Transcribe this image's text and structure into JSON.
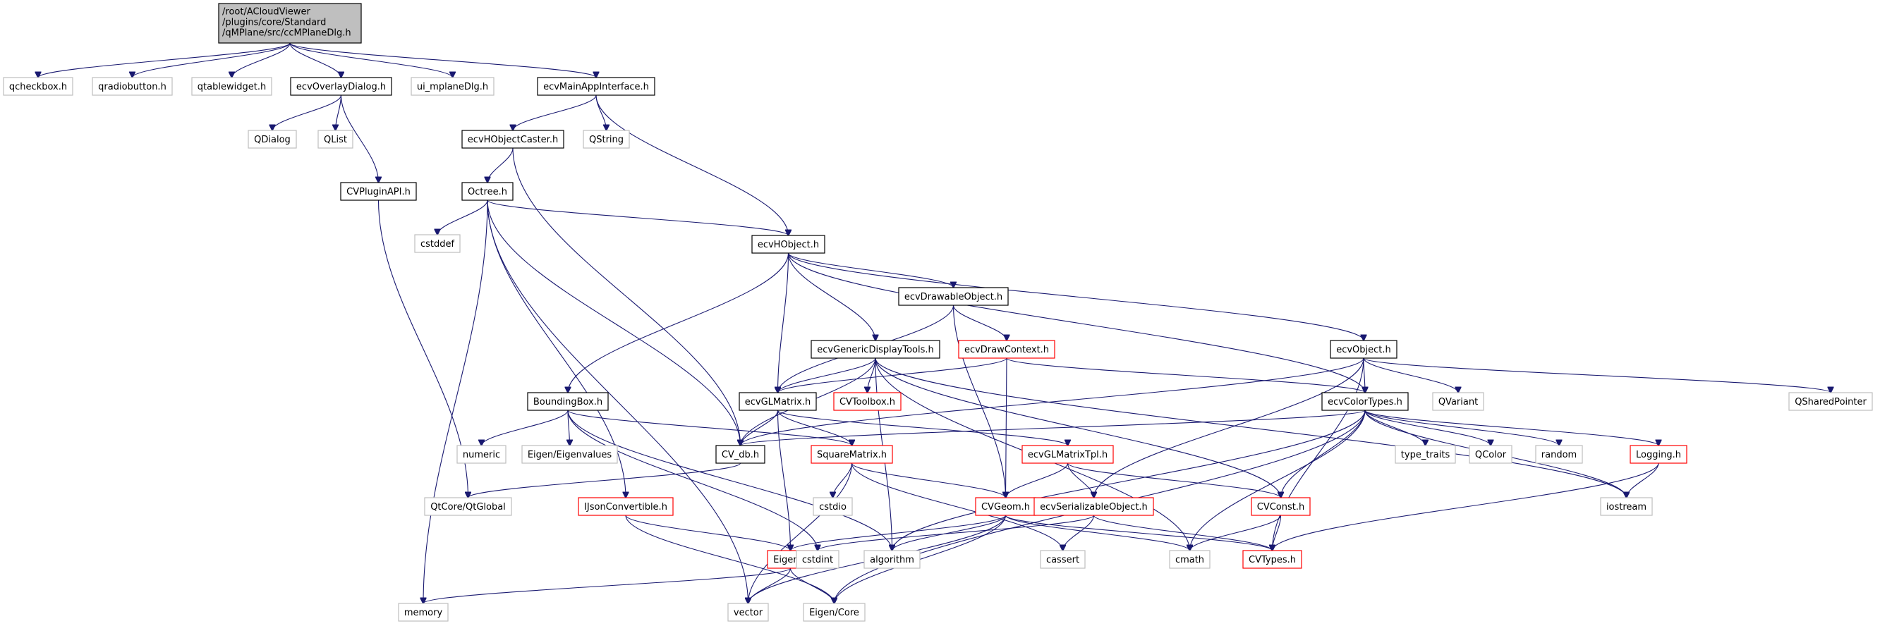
{
  "diagram": {
    "type": "include-dependency-graph",
    "root": {
      "id": "root",
      "lines": [
        "/root/ACloudViewer",
        "/plugins/core/Standard",
        "/qMPlane/src/ccMPlaneDlg.h"
      ]
    },
    "nodes": [
      {
        "id": "qcheckbox",
        "label": "qcheckbox.h",
        "kind": "external"
      },
      {
        "id": "qradiobutton",
        "label": "qradiobutton.h",
        "kind": "external"
      },
      {
        "id": "qtablewidget",
        "label": "qtablewidget.h",
        "kind": "external"
      },
      {
        "id": "ecvOverlayDialog",
        "label": "ecvOverlayDialog.h",
        "kind": "documented"
      },
      {
        "id": "ui_mplaneDlg",
        "label": "ui_mplaneDlg.h",
        "kind": "external"
      },
      {
        "id": "ecvMainAppInterface",
        "label": "ecvMainAppInterface.h",
        "kind": "documented"
      },
      {
        "id": "QDialog",
        "label": "QDialog",
        "kind": "external"
      },
      {
        "id": "QList",
        "label": "QList",
        "kind": "external"
      },
      {
        "id": "ecvHObjectCaster",
        "label": "ecvHObjectCaster.h",
        "kind": "documented"
      },
      {
        "id": "QString",
        "label": "QString",
        "kind": "external"
      },
      {
        "id": "CVPluginAPI",
        "label": "CVPluginAPI.h",
        "kind": "documented"
      },
      {
        "id": "Octree",
        "label": "Octree.h",
        "kind": "documented"
      },
      {
        "id": "cstddef",
        "label": "cstddef",
        "kind": "external"
      },
      {
        "id": "ecvHObject",
        "label": "ecvHObject.h",
        "kind": "documented"
      },
      {
        "id": "ecvDrawableObject",
        "label": "ecvDrawableObject.h",
        "kind": "documented"
      },
      {
        "id": "ecvGenericDisplayTools",
        "label": "ecvGenericDisplayTools.h",
        "kind": "documented"
      },
      {
        "id": "ecvDrawContext",
        "label": "ecvDrawContext.h",
        "kind": "truncated"
      },
      {
        "id": "ecvObject",
        "label": "ecvObject.h",
        "kind": "documented"
      },
      {
        "id": "BoundingBox",
        "label": "BoundingBox.h",
        "kind": "documented"
      },
      {
        "id": "ecvGLMatrix",
        "label": "ecvGLMatrix.h",
        "kind": "documented"
      },
      {
        "id": "CVToolbox",
        "label": "CVToolbox.h",
        "kind": "truncated"
      },
      {
        "id": "ecvColorTypes",
        "label": "ecvColorTypes.h",
        "kind": "documented"
      },
      {
        "id": "QVariant",
        "label": "QVariant",
        "kind": "external"
      },
      {
        "id": "QSharedPointer",
        "label": "QSharedPointer",
        "kind": "external"
      },
      {
        "id": "numeric",
        "label": "numeric",
        "kind": "external"
      },
      {
        "id": "EigenEigenvalues",
        "label": "Eigen/Eigenvalues",
        "kind": "external"
      },
      {
        "id": "CV_db",
        "label": "CV_db.h",
        "kind": "documented"
      },
      {
        "id": "SquareMatrix",
        "label": "SquareMatrix.h",
        "kind": "truncated"
      },
      {
        "id": "ecvGLMatrixTpl",
        "label": "ecvGLMatrixTpl.h",
        "kind": "truncated"
      },
      {
        "id": "type_traits",
        "label": "type_traits",
        "kind": "external"
      },
      {
        "id": "QColor",
        "label": "QColor",
        "kind": "external"
      },
      {
        "id": "random",
        "label": "random",
        "kind": "external"
      },
      {
        "id": "Logging",
        "label": "Logging.h",
        "kind": "truncated"
      },
      {
        "id": "QtGlobal",
        "label": "QtCore/QtGlobal",
        "kind": "external"
      },
      {
        "id": "IJsonConvertible",
        "label": "IJsonConvertible.h",
        "kind": "truncated"
      },
      {
        "id": "cstdio",
        "label": "cstdio",
        "kind": "external"
      },
      {
        "id": "CVGeom",
        "label": "CVGeom.h",
        "kind": "truncated"
      },
      {
        "id": "ecvSerializableObject",
        "label": "ecvSerializableObject.h",
        "kind": "truncated"
      },
      {
        "id": "CVConst",
        "label": "CVConst.h",
        "kind": "truncated"
      },
      {
        "id": "iostream",
        "label": "iostream",
        "kind": "external"
      },
      {
        "id": "Eigen",
        "label": "Eigen.h",
        "kind": "truncated"
      },
      {
        "id": "cstdint",
        "label": "cstdint",
        "kind": "external"
      },
      {
        "id": "algorithm",
        "label": "algorithm",
        "kind": "external"
      },
      {
        "id": "cassert",
        "label": "cassert",
        "kind": "external"
      },
      {
        "id": "cmath",
        "label": "cmath",
        "kind": "external"
      },
      {
        "id": "CVTypes",
        "label": "CVTypes.h",
        "kind": "truncated"
      },
      {
        "id": "memory",
        "label": "memory",
        "kind": "external"
      },
      {
        "id": "vector",
        "label": "vector",
        "kind": "external"
      },
      {
        "id": "EigenCore",
        "label": "Eigen/Core",
        "kind": "external"
      }
    ],
    "edges": [
      [
        "root",
        "qcheckbox"
      ],
      [
        "root",
        "qradiobutton"
      ],
      [
        "root",
        "qtablewidget"
      ],
      [
        "root",
        "ecvOverlayDialog"
      ],
      [
        "root",
        "ui_mplaneDlg"
      ],
      [
        "root",
        "ecvMainAppInterface"
      ],
      [
        "ecvOverlayDialog",
        "QDialog"
      ],
      [
        "ecvOverlayDialog",
        "QList"
      ],
      [
        "ecvOverlayDialog",
        "CVPluginAPI"
      ],
      [
        "ecvMainAppInterface",
        "ecvHObjectCaster"
      ],
      [
        "ecvMainAppInterface",
        "QString"
      ],
      [
        "ecvMainAppInterface",
        "ecvHObject"
      ],
      [
        "ecvHObjectCaster",
        "Octree"
      ],
      [
        "ecvHObjectCaster",
        "CV_db"
      ],
      [
        "CVPluginAPI",
        "QtGlobal"
      ],
      [
        "Octree",
        "cstddef"
      ],
      [
        "Octree",
        "ecvHObject"
      ],
      [
        "Octree",
        "CV_db"
      ],
      [
        "Octree",
        "memory"
      ],
      [
        "Octree",
        "vector"
      ],
      [
        "Octree",
        "IJsonConvertible"
      ],
      [
        "ecvHObject",
        "ecvDrawableObject"
      ],
      [
        "ecvHObject",
        "ecvGenericDisplayTools"
      ],
      [
        "ecvHObject",
        "ecvObject"
      ],
      [
        "ecvHObject",
        "BoundingBox"
      ],
      [
        "ecvHObject",
        "ecvGLMatrix"
      ],
      [
        "ecvHObject",
        "ecvColorTypes"
      ],
      [
        "ecvDrawableObject",
        "ecvDrawContext"
      ],
      [
        "ecvDrawableObject",
        "ecvGLMatrix"
      ],
      [
        "ecvDrawableObject",
        "CVGeom"
      ],
      [
        "ecvGenericDisplayTools",
        "ecvGLMatrix"
      ],
      [
        "ecvGenericDisplayTools",
        "CVToolbox"
      ],
      [
        "ecvGenericDisplayTools",
        "CV_db"
      ],
      [
        "ecvGenericDisplayTools",
        "CVConst"
      ],
      [
        "ecvGenericDisplayTools",
        "algorithm"
      ],
      [
        "ecvGenericDisplayTools",
        "cmath"
      ],
      [
        "ecvGenericDisplayTools",
        "iostream"
      ],
      [
        "ecvDrawContext",
        "ecvGLMatrix"
      ],
      [
        "ecvDrawContext",
        "ecvColorTypes"
      ],
      [
        "ecvDrawContext",
        "CVGeom"
      ],
      [
        "ecvObject",
        "ecvColorTypes"
      ],
      [
        "ecvObject",
        "QVariant"
      ],
      [
        "ecvObject",
        "QSharedPointer"
      ],
      [
        "ecvObject",
        "CV_db"
      ],
      [
        "ecvObject",
        "ecvSerializableObject"
      ],
      [
        "ecvObject",
        "CVTypes"
      ],
      [
        "BoundingBox",
        "numeric"
      ],
      [
        "BoundingBox",
        "EigenEigenvalues"
      ],
      [
        "BoundingBox",
        "SquareMatrix"
      ],
      [
        "BoundingBox",
        "cstdint"
      ],
      [
        "BoundingBox",
        "algorithm"
      ],
      [
        "ecvGLMatrix",
        "CV_db"
      ],
      [
        "ecvGLMatrix",
        "SquareMatrix"
      ],
      [
        "ecvGLMatrix",
        "ecvGLMatrixTpl"
      ],
      [
        "ecvGLMatrix",
        "Eigen"
      ],
      [
        "ecvColorTypes",
        "CV_db"
      ],
      [
        "ecvColorTypes",
        "type_traits"
      ],
      [
        "ecvColorTypes",
        "QColor"
      ],
      [
        "ecvColorTypes",
        "random"
      ],
      [
        "ecvColorTypes",
        "Logging"
      ],
      [
        "ecvColorTypes",
        "iostream"
      ],
      [
        "ecvColorTypes",
        "CVConst"
      ],
      [
        "ecvColorTypes",
        "cmath"
      ],
      [
        "ecvColorTypes",
        "algorithm"
      ],
      [
        "ecvColorTypes",
        "EigenCore"
      ],
      [
        "CV_db",
        "QtGlobal"
      ],
      [
        "SquareMatrix",
        "cstdio"
      ],
      [
        "SquareMatrix",
        "CVGeom"
      ],
      [
        "SquareMatrix",
        "vector"
      ],
      [
        "SquareMatrix",
        "cassert"
      ],
      [
        "ecvGLMatrixTpl",
        "CVGeom"
      ],
      [
        "ecvGLMatrixTpl",
        "ecvSerializableObject"
      ],
      [
        "ecvGLMatrixTpl",
        "CVConst"
      ],
      [
        "Logging",
        "iostream"
      ],
      [
        "Logging",
        "CVTypes"
      ],
      [
        "IJsonConvertible",
        "Eigen"
      ],
      [
        "IJsonConvertible",
        "EigenCore"
      ],
      [
        "CVGeom",
        "Eigen"
      ],
      [
        "CVGeom",
        "algorithm"
      ],
      [
        "CVGeom",
        "vector"
      ],
      [
        "CVGeom",
        "EigenCore"
      ],
      [
        "CVGeom",
        "cmath"
      ],
      [
        "CVGeom",
        "CVTypes"
      ],
      [
        "ecvSerializableObject",
        "cstdint"
      ],
      [
        "ecvSerializableObject",
        "cassert"
      ],
      [
        "ecvSerializableObject",
        "CVTypes"
      ],
      [
        "CVConst",
        "cmath"
      ],
      [
        "CVConst",
        "CVTypes"
      ],
      [
        "Eigen",
        "memory"
      ],
      [
        "Eigen",
        "vector"
      ],
      [
        "Eigen",
        "EigenCore"
      ]
    ]
  }
}
